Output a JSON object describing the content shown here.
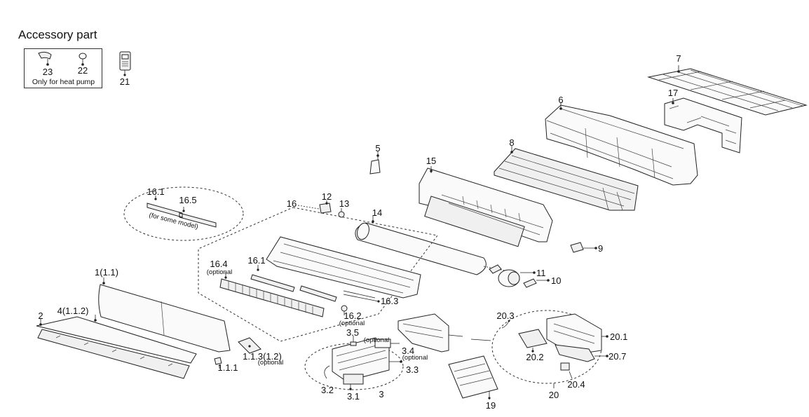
{
  "accessory_section": {
    "title": "Accessory part",
    "note": "Only for heat pump"
  },
  "labels": {
    "p23": "23",
    "p22": "22",
    "p21": "21",
    "p7": "7",
    "p17": "17",
    "p6": "6",
    "p8": "8",
    "p5": "5",
    "p15": "15",
    "p12": "12",
    "p13": "13",
    "p16": "16",
    "p14": "14",
    "p161a": "16.1",
    "p165": "16.5",
    "for_some_model": "(for some model)",
    "p9": "9",
    "p164": "16.4",
    "optional_164": "(optional",
    "p161b": "16.1",
    "p11": "11",
    "p10": "10",
    "p163": "16.3",
    "p162": "16.2",
    "optional_162": "(optional",
    "p1": "1(1.1)",
    "p2": "2",
    "p4": "4(1.1.2)",
    "p203": "20.3",
    "p201": "20.1",
    "p35": "3.5",
    "optional_35": "(optional",
    "p34": "3.4",
    "optional_34": "(optional",
    "p33": "3.3",
    "p202": "20.2",
    "p207": "20.7",
    "p113": "1.1.3(1.2)",
    "optional_113": "(optional",
    "p111": "1.1.1",
    "p204": "20.4",
    "p32": "3.2",
    "p31": "3.1",
    "p3": "3",
    "p19": "19",
    "p20": "20"
  },
  "colors": {
    "line": "#222222",
    "background": "#ffffff"
  }
}
